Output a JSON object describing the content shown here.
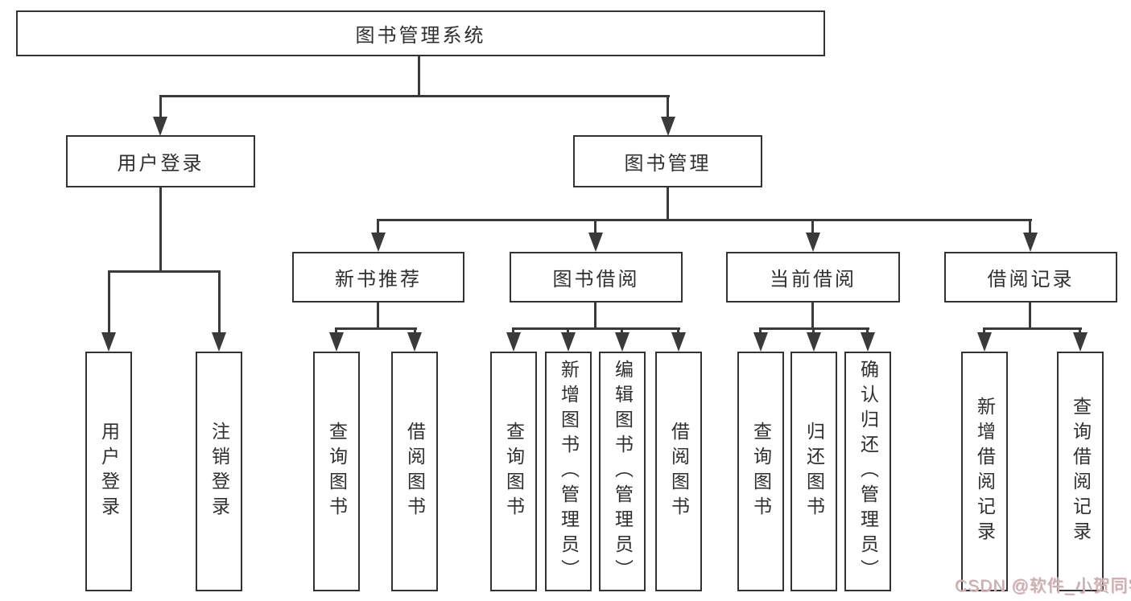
{
  "diagram_title": "图书管理系统",
  "nodes": {
    "root": "图书管理系统",
    "user_login": "用户登录",
    "book_mgmt": "图书管理",
    "new_book_rec": "新书推荐",
    "book_borrow": "图书借阅",
    "current_borrow": "当前借阅",
    "borrow_records": "借阅记录",
    "leaf_user_login": "用户登录",
    "leaf_logout": "注销登录",
    "leaf_query_book_1": "查询图书",
    "leaf_borrow_book_1": "借阅图书",
    "leaf_query_book_2": "查询图书",
    "leaf_add_book_admin": "新增图书（管理员）",
    "leaf_edit_book_admin": "编辑图书（管理员）",
    "leaf_borrow_book_2": "借阅图书",
    "leaf_query_book_3": "查询图书",
    "leaf_return_book": "归还图书",
    "leaf_confirm_return_admin": "确认归还（管理员）",
    "leaf_add_borrow_record": "新增借阅记录",
    "leaf_query_borrow_record": "查询借阅记录"
  },
  "hierarchy": {
    "root": "图书管理系统",
    "children": [
      {
        "label": "用户登录",
        "children": [
          "用户登录",
          "注销登录"
        ]
      },
      {
        "label": "图书管理",
        "children": [
          {
            "label": "新书推荐",
            "children": [
              "查询图书",
              "借阅图书"
            ]
          },
          {
            "label": "图书借阅",
            "children": [
              "查询图书",
              "新增图书（管理员）",
              "编辑图书（管理员）",
              "借阅图书"
            ]
          },
          {
            "label": "当前借阅",
            "children": [
              "查询图书",
              "归还图书",
              "确认归还（管理员）"
            ]
          },
          {
            "label": "借阅记录",
            "children": [
              "新增借阅记录",
              "查询借阅记录"
            ]
          }
        ]
      }
    ]
  },
  "watermark": "CSDN @软件_小贺同学",
  "colors": {
    "background": "#ffffff",
    "box_border": "#333333",
    "connector": "#3a3a3a",
    "text": "#2f2f2f",
    "watermark": "#c2b2b6"
  }
}
